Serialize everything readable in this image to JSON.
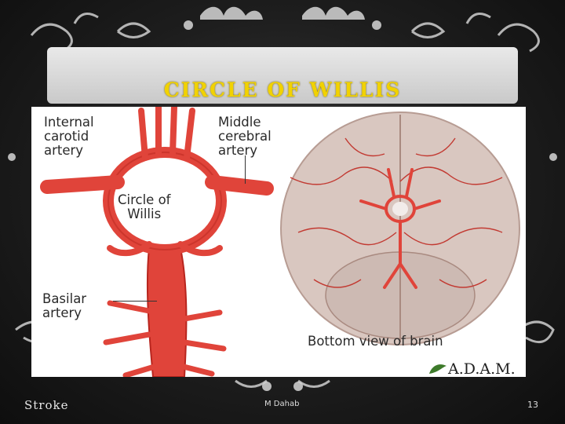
{
  "slide": {
    "title": "CIRCLE OF WILLIS",
    "footer_left": "Stroke",
    "footer_center": "M Dahab",
    "page_number": "13"
  },
  "figure": {
    "labels": {
      "internal_carotid": [
        "Internal",
        "carotid",
        "artery"
      ],
      "middle_cerebral": [
        "Middle",
        "cerebral",
        "artery"
      ],
      "circle_of_willis": [
        "Circle of",
        "Willis"
      ],
      "basilar": [
        "Basilar",
        "artery"
      ],
      "bottom_view": "Bottom view of brain"
    },
    "logo_text": "A.D.A.M."
  },
  "colors": {
    "title": "#f1d200",
    "artery": "#e0443a",
    "artery_dark": "#b8251e",
    "brain": "#d9c7c0"
  }
}
